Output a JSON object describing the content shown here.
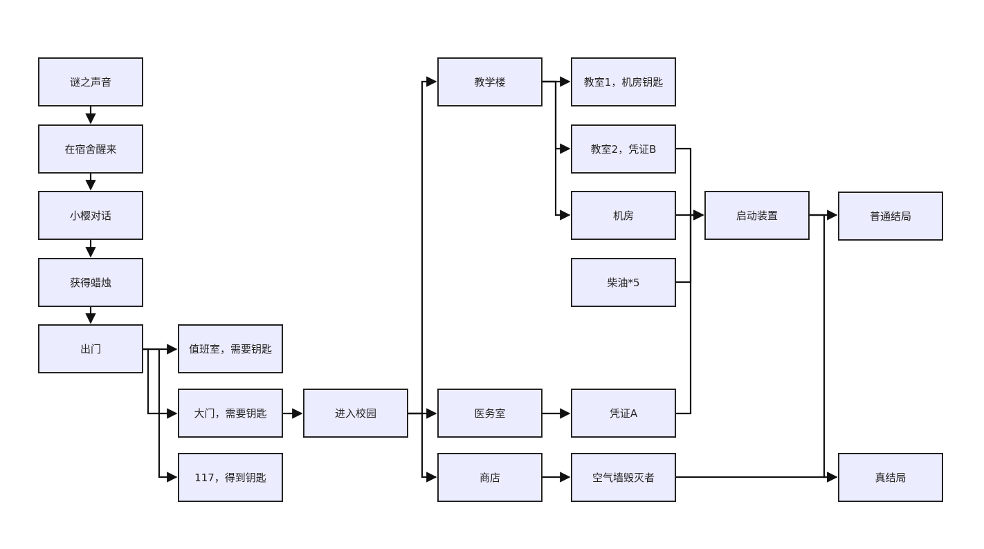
{
  "diagram": {
    "type": "flowchart",
    "node_fill": "#ECECFF",
    "stroke": "#222222",
    "nodes": [
      {
        "id": "n1",
        "label": "谜之声音"
      },
      {
        "id": "n2",
        "label": "在宿舍醒来"
      },
      {
        "id": "n3",
        "label": "小樱对话"
      },
      {
        "id": "n4",
        "label": "获得蜡烛"
      },
      {
        "id": "n5",
        "label": "出门"
      },
      {
        "id": "n6",
        "label": "值班室，需要钥匙"
      },
      {
        "id": "n7",
        "label": "大门，需要钥匙"
      },
      {
        "id": "n8",
        "label": "117，得到钥匙"
      },
      {
        "id": "n9",
        "label": "进入校园"
      },
      {
        "id": "n10",
        "label": "教学楼"
      },
      {
        "id": "n11",
        "label": "医务室"
      },
      {
        "id": "n12",
        "label": "商店"
      },
      {
        "id": "n13",
        "label": "教室1，机房钥匙"
      },
      {
        "id": "n14",
        "label": "教室2，凭证B"
      },
      {
        "id": "n15",
        "label": "机房"
      },
      {
        "id": "n16",
        "label": "柴油*5"
      },
      {
        "id": "n17",
        "label": "凭证A"
      },
      {
        "id": "n18",
        "label": "空气墙毁灭者"
      },
      {
        "id": "n19",
        "label": "启动装置"
      },
      {
        "id": "n20",
        "label": "普通结局"
      },
      {
        "id": "n21",
        "label": "真结局"
      }
    ],
    "edges": [
      [
        "n1",
        "n2"
      ],
      [
        "n2",
        "n3"
      ],
      [
        "n3",
        "n4"
      ],
      [
        "n4",
        "n5"
      ],
      [
        "n5",
        "n6"
      ],
      [
        "n5",
        "n7"
      ],
      [
        "n5",
        "n8"
      ],
      [
        "n7",
        "n9"
      ],
      [
        "n9",
        "n10"
      ],
      [
        "n9",
        "n11"
      ],
      [
        "n9",
        "n12"
      ],
      [
        "n10",
        "n13"
      ],
      [
        "n10",
        "n14"
      ],
      [
        "n10",
        "n15"
      ],
      [
        "n11",
        "n17"
      ],
      [
        "n12",
        "n18"
      ],
      [
        "n14",
        "n19"
      ],
      [
        "n15",
        "n19"
      ],
      [
        "n16",
        "n19"
      ],
      [
        "n17",
        "n19"
      ],
      [
        "n19",
        "n20"
      ],
      [
        "n19",
        "n21"
      ],
      [
        "n18",
        "n21"
      ]
    ]
  }
}
